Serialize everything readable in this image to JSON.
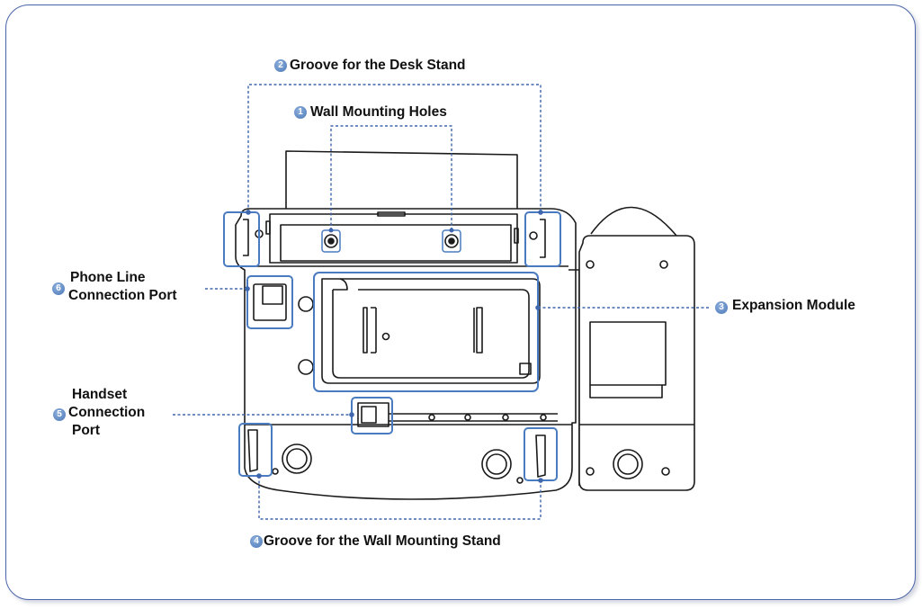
{
  "callouts": {
    "wall_mounting_holes": {
      "number": "1",
      "label": "Wall Mounting Holes"
    },
    "desk_stand_groove": {
      "number": "2",
      "label": "Groove for the Desk Stand"
    },
    "expansion_module": {
      "number": "3",
      "label": "Expansion Module"
    },
    "wall_mount_stand_groove": {
      "number": "4",
      "label": "Groove for the Wall Mounting Stand"
    },
    "handset_port": {
      "number": "5",
      "label_lines": [
        "Handset",
        "Connection",
        "Port"
      ]
    },
    "phone_line_port": {
      "number": "6",
      "label_lines": [
        "Phone Line",
        "Connection Port"
      ]
    }
  },
  "colors": {
    "frame": "#4a64a8",
    "callout_line": "#3f67ad",
    "highlight_box": "#4a7bc0",
    "device_stroke": "#1a1a1a"
  }
}
